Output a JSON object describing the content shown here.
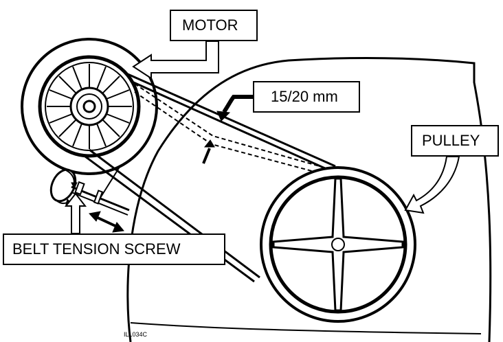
{
  "labels": {
    "motor": "MOTOR",
    "belt_deflection": "15/20 mm",
    "pulley": "PULLEY",
    "belt_tension_screw": "BELT TENSION SCREW"
  },
  "reference_code": "ILL034C",
  "colors": {
    "line": "#000000",
    "background": "#ffffff"
  }
}
